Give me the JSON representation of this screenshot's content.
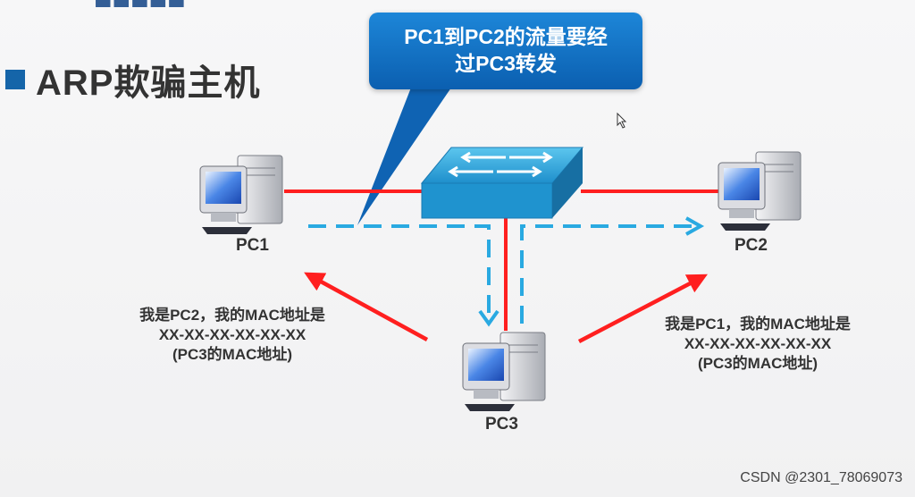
{
  "section": {
    "title": "ARP欺骗主机"
  },
  "callout": {
    "line1": "PC1到PC2的流量要经",
    "line2": "过PC3转发"
  },
  "nodes": {
    "pc1": "PC1",
    "pc2": "PC2",
    "pc3": "PC3"
  },
  "notes": {
    "left": {
      "line1": "我是PC2，我的MAC地址是",
      "line2": "XX-XX-XX-XX-XX-XX",
      "line3": "(PC3的MAC地址)"
    },
    "right": {
      "line1": "我是PC1，我的MAC地址是",
      "line2": "XX-XX-XX-XX-XX-XX",
      "line3": "(PC3的MAC地址)"
    }
  },
  "colors": {
    "link": "#ff1f1f",
    "traffic": "#29a9e1",
    "accent": "#1565a9"
  },
  "watermark": "CSDN @2301_78069073"
}
